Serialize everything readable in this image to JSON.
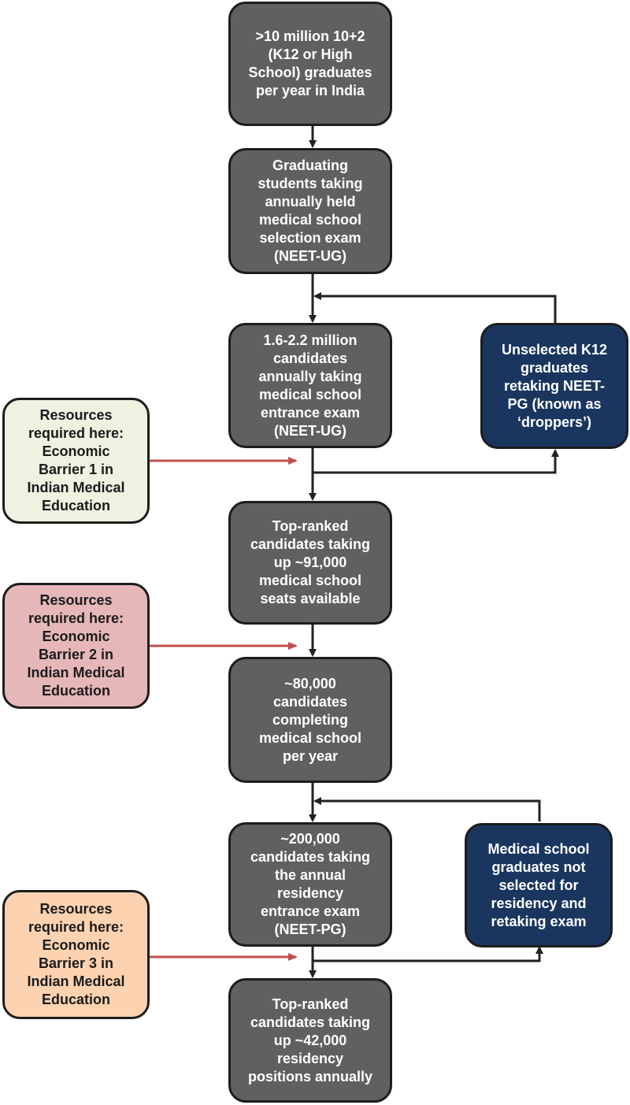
{
  "colors": {
    "main_box": "#606062",
    "loop_box": "#1a365f",
    "barrier_1": "#edf2e1",
    "barrier_2": "#e6b7b9",
    "barrier_3": "#fcd2b1",
    "arrow": "#222222",
    "barrier_arrow": "#c0504d"
  },
  "main_steps": [
    {
      "text": ">10 million 10+2\n(K12 or High\nSchool) graduates\nper year in India"
    },
    {
      "text": "Graduating\nstudents taking\nannually held\nmedical school\nselection exam\n(NEET-UG)"
    },
    {
      "text": "1.6-2.2 million\ncandidates\nannually taking\nmedical school\nentrance exam\n(NEET-UG)"
    },
    {
      "text": "Top-ranked\ncandidates taking\nup ~91,000\nmedical school\nseats available"
    },
    {
      "text": "~80,000\ncandidates\ncompleting\nmedical school\nper year"
    },
    {
      "text": "~200,000\ncandidates taking\nthe annual\nresidency\nentrance exam\n(NEET-PG)"
    },
    {
      "text": "Top-ranked\ncandidates taking\nup ~42,000\nresidency\npositions annually"
    }
  ],
  "loops": [
    {
      "text": "Unselected K12\ngraduates\nretaking NEET-\nPG (known as\n‘droppers’)"
    },
    {
      "text": "Medical school\ngraduates not\nselected for\nresidency and\nretaking exam"
    }
  ],
  "barriers": [
    {
      "text": "Resources\nrequired here:\nEconomic\nBarrier 1 in\nIndian Medical\nEducation"
    },
    {
      "text": "Resources\nrequired here:\nEconomic\nBarrier 2 in\nIndian Medical\nEducation"
    },
    {
      "text": "Resources\nrequired here:\nEconomic\nBarrier 3 in\nIndian Medical\nEducation"
    }
  ]
}
